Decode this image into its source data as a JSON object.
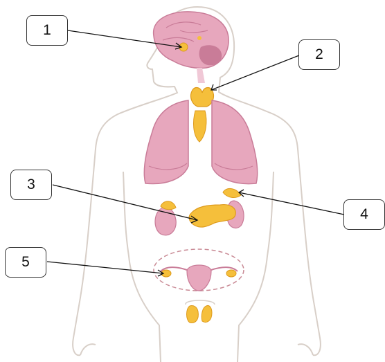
{
  "labels": [
    {
      "id": "1",
      "text": "1"
    },
    {
      "id": "2",
      "text": "2"
    },
    {
      "id": "3",
      "text": "3"
    },
    {
      "id": "4",
      "text": "4"
    },
    {
      "id": "5",
      "text": "5"
    }
  ],
  "colors": {
    "outline": "#d8cfc8",
    "organ_pink": "#e7a7bd",
    "organ_pink_dark": "#c97c98",
    "gland_yellow": "#f5bf3b",
    "gland_yellow_dark": "#dd9a1c",
    "pointer_line": "#111111",
    "dashed_region": "#c98a95"
  }
}
